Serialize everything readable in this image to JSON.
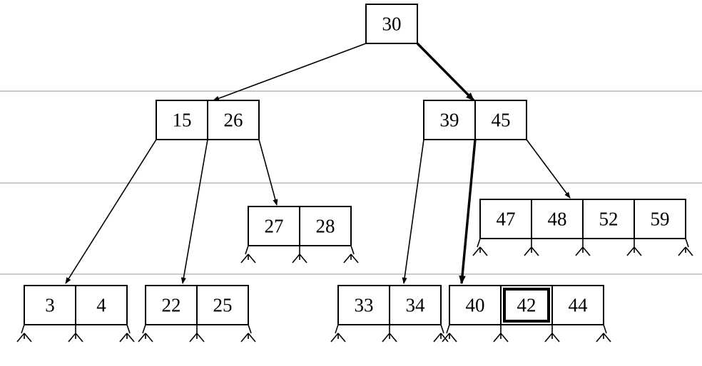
{
  "diagram": {
    "type": "b-tree",
    "search_target": "42",
    "nodes": [
      {
        "id": "root",
        "keys": [
          "30"
        ]
      },
      {
        "id": "n15",
        "keys": [
          "15",
          "26"
        ]
      },
      {
        "id": "n39",
        "keys": [
          "39",
          "45"
        ]
      },
      {
        "id": "n27",
        "keys": [
          "27",
          "28"
        ]
      },
      {
        "id": "n47",
        "keys": [
          "47",
          "48",
          "52",
          "59"
        ]
      },
      {
        "id": "n3",
        "keys": [
          "3",
          "4"
        ]
      },
      {
        "id": "n22",
        "keys": [
          "22",
          "25"
        ]
      },
      {
        "id": "n33",
        "keys": [
          "33",
          "34"
        ]
      },
      {
        "id": "n40",
        "keys": [
          "40",
          "42",
          "44"
        ],
        "highlight_key": "42"
      }
    ],
    "edges": [
      {
        "from": "root",
        "to": "n15",
        "bold": false
      },
      {
        "from": "root",
        "to": "n39",
        "bold": true
      },
      {
        "from": "n15",
        "to": "n3",
        "bold": false
      },
      {
        "from": "n15",
        "to": "n22",
        "bold": false
      },
      {
        "from": "n15",
        "to": "n27",
        "bold": false
      },
      {
        "from": "n39",
        "to": "n33",
        "bold": false
      },
      {
        "from": "n39",
        "to": "n40",
        "bold": true
      },
      {
        "from": "n39",
        "to": "n47",
        "bold": false
      }
    ]
  }
}
